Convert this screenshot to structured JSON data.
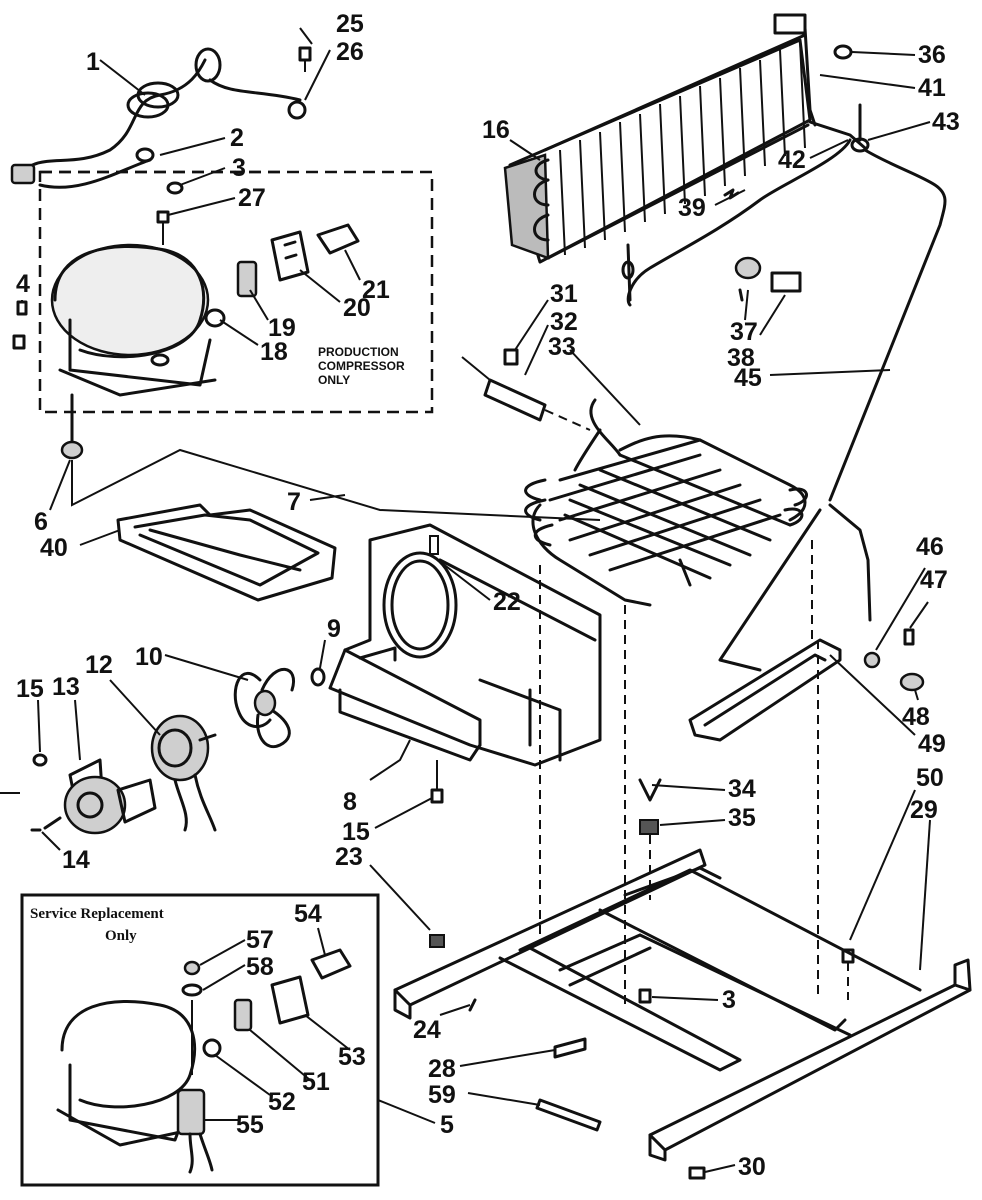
{
  "callouts": [
    {
      "id": "1",
      "label": "1"
    },
    {
      "id": "2",
      "label": "2"
    },
    {
      "id": "3a",
      "label": "3"
    },
    {
      "id": "4",
      "label": "4"
    },
    {
      "id": "5",
      "label": "5"
    },
    {
      "id": "6",
      "label": "6"
    },
    {
      "id": "7",
      "label": "7"
    },
    {
      "id": "8",
      "label": "8"
    },
    {
      "id": "9",
      "label": "9"
    },
    {
      "id": "10",
      "label": "10"
    },
    {
      "id": "12",
      "label": "12"
    },
    {
      "id": "13",
      "label": "13"
    },
    {
      "id": "14",
      "label": "14"
    },
    {
      "id": "15a",
      "label": "15"
    },
    {
      "id": "15b",
      "label": "15"
    },
    {
      "id": "16",
      "label": "16"
    },
    {
      "id": "18",
      "label": "18"
    },
    {
      "id": "19",
      "label": "19"
    },
    {
      "id": "20",
      "label": "20"
    },
    {
      "id": "21",
      "label": "21"
    },
    {
      "id": "22",
      "label": "22"
    },
    {
      "id": "23",
      "label": "23"
    },
    {
      "id": "24",
      "label": "24"
    },
    {
      "id": "25",
      "label": "25"
    },
    {
      "id": "26",
      "label": "26"
    },
    {
      "id": "27",
      "label": "27"
    },
    {
      "id": "28",
      "label": "28"
    },
    {
      "id": "29",
      "label": "29"
    },
    {
      "id": "30",
      "label": "30"
    },
    {
      "id": "31",
      "label": "31"
    },
    {
      "id": "32",
      "label": "32"
    },
    {
      "id": "33",
      "label": "33"
    },
    {
      "id": "34",
      "label": "34"
    },
    {
      "id": "35",
      "label": "35"
    },
    {
      "id": "36",
      "label": "36"
    },
    {
      "id": "37",
      "label": "37"
    },
    {
      "id": "38",
      "label": "38"
    },
    {
      "id": "39",
      "label": "39"
    },
    {
      "id": "40",
      "label": "40"
    },
    {
      "id": "41",
      "label": "41"
    },
    {
      "id": "42",
      "label": "42"
    },
    {
      "id": "43",
      "label": "43"
    },
    {
      "id": "45",
      "label": "45"
    },
    {
      "id": "46",
      "label": "46"
    },
    {
      "id": "47",
      "label": "47"
    },
    {
      "id": "48",
      "label": "48"
    },
    {
      "id": "49",
      "label": "49"
    },
    {
      "id": "50",
      "label": "50"
    },
    {
      "id": "51",
      "label": "51"
    },
    {
      "id": "52",
      "label": "52"
    },
    {
      "id": "53",
      "label": "53"
    },
    {
      "id": "54",
      "label": "54"
    },
    {
      "id": "55",
      "label": "55"
    },
    {
      "id": "57",
      "label": "57"
    },
    {
      "id": "58",
      "label": "58"
    },
    {
      "id": "59",
      "label": "59"
    },
    {
      "id": "3b",
      "label": "3"
    }
  ],
  "production_box": {
    "line1": "PRODUCTION",
    "line2": "COMPRESSOR",
    "line3": "ONLY"
  },
  "service_box": {
    "line1": "Service Replacement",
    "line2": "Only"
  }
}
